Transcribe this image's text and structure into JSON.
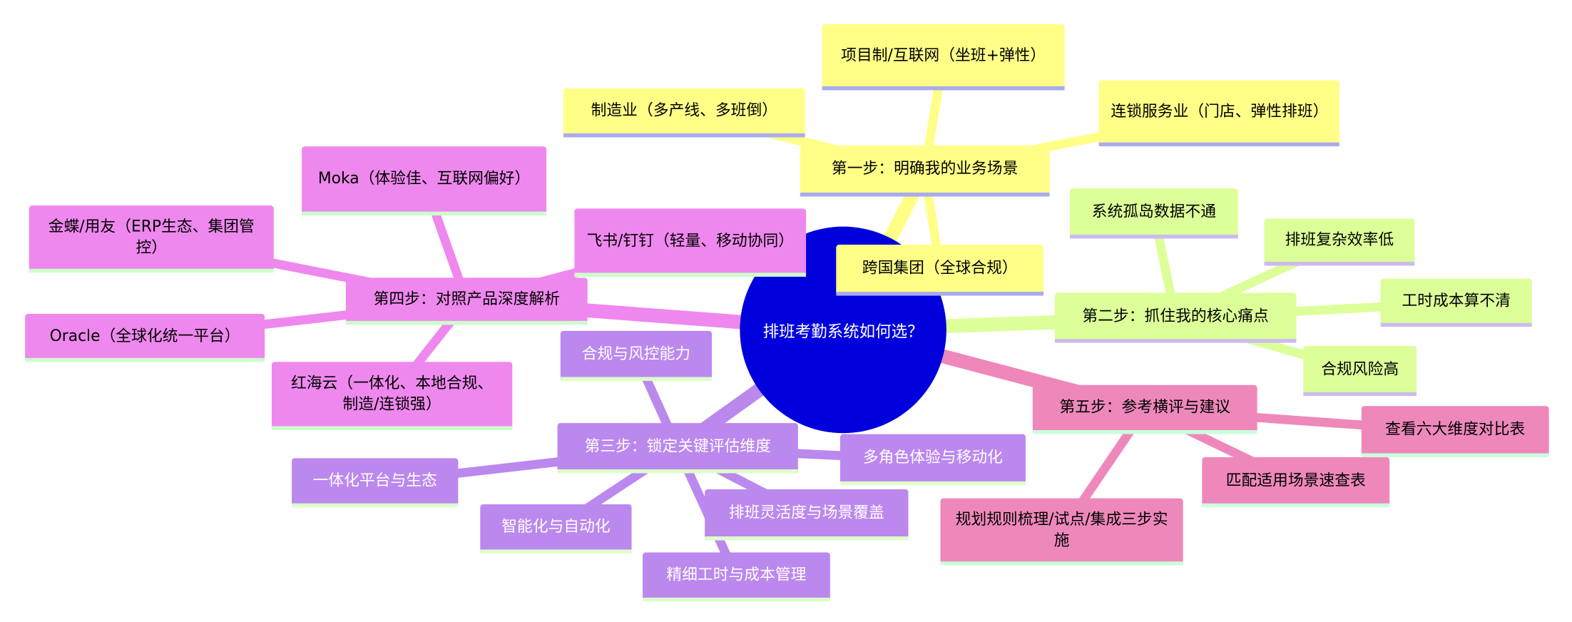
{
  "root": {
    "label": "排班考勤系统如何选？",
    "color": "#0000dd"
  },
  "branches": [
    {
      "id": "s1",
      "label": "第一步：明确我的业务场景",
      "color": "#ffff88",
      "children": [
        {
          "id": "s1a",
          "label": "项目制/互联网（坐班+弹性）"
        },
        {
          "id": "s1b",
          "label": "制造业（多产线、多班倒）"
        },
        {
          "id": "s1c",
          "label": "连锁服务业（门店、弹性排班）"
        },
        {
          "id": "s1d",
          "label": "跨国集团（全球合规）"
        }
      ]
    },
    {
      "id": "s2",
      "label": "第二步：抓住我的核心痛点",
      "color": "#ddff99",
      "children": [
        {
          "id": "s2a",
          "label": "系统孤岛数据不通"
        },
        {
          "id": "s2b",
          "label": "排班复杂效率低"
        },
        {
          "id": "s2c",
          "label": "工时成本算不清"
        },
        {
          "id": "s2d",
          "label": "合规风险高"
        }
      ]
    },
    {
      "id": "s3",
      "label": "第三步：锁定关键评估维度",
      "color": "#bb88ee",
      "children": [
        {
          "id": "s3a",
          "label": "合规与风控能力"
        },
        {
          "id": "s3b",
          "label": "多角色体验与移动化"
        },
        {
          "id": "s3c",
          "label": "一体化平台与生态"
        },
        {
          "id": "s3d",
          "label": "智能化与自动化"
        },
        {
          "id": "s3e",
          "label": "排班灵活度与场景覆盖"
        },
        {
          "id": "s3f",
          "label": "精细工时与成本管理"
        }
      ]
    },
    {
      "id": "s4",
      "label": "第四步：对照产品深度解析",
      "color": "#ee88ee",
      "children": [
        {
          "id": "s4a",
          "label": "Moka（体验佳、互联网偏好）"
        },
        {
          "id": "s4b",
          "label": "金蝶/用友（ERP生态、集团管控）"
        },
        {
          "id": "s4c",
          "label": "飞书/钉钉（轻量、移动协同）"
        },
        {
          "id": "s4d",
          "label": "Oracle（全球化统一平台）"
        },
        {
          "id": "s4e",
          "label": "红海云（一体化、本地合规、制造/连锁强）"
        }
      ]
    },
    {
      "id": "s5",
      "label": "第五步：参考横评与建议",
      "color": "#ee88bb",
      "children": [
        {
          "id": "s5a",
          "label": "查看六大维度对比表"
        },
        {
          "id": "s5b",
          "label": "匹配适用场景速查表"
        },
        {
          "id": "s5c",
          "label": "规划规则梳理/试点/集成三步实施"
        }
      ]
    }
  ]
}
